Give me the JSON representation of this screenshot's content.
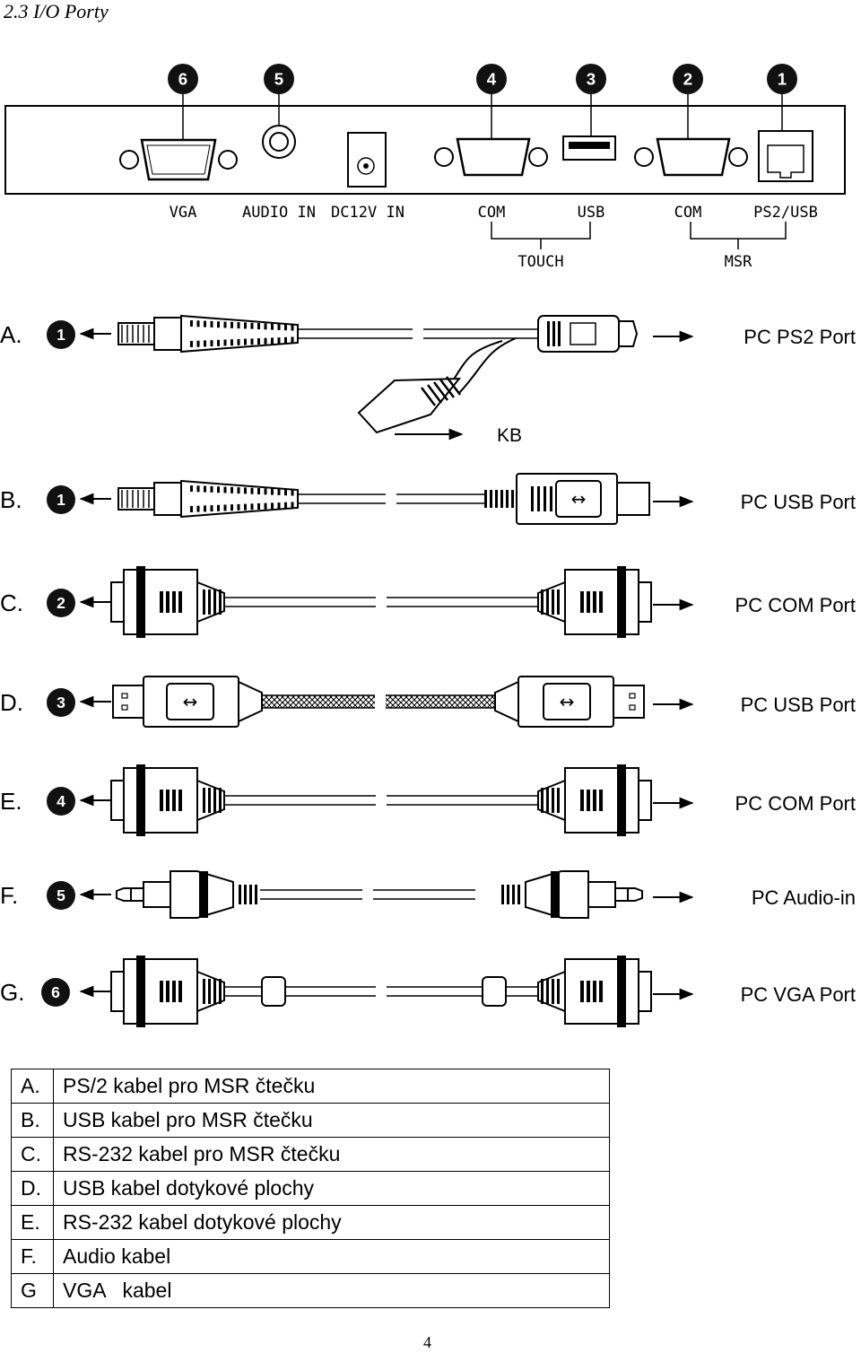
{
  "heading": "2.3 I/O Porty",
  "panel": {
    "ports": [
      {
        "num": "6",
        "label": "VGA"
      },
      {
        "num": "5",
        "label": "AUDIO IN"
      },
      {
        "num": "",
        "label": "DC12V IN"
      },
      {
        "num": "4",
        "label": "COM"
      },
      {
        "num": "3",
        "label": "USB"
      },
      {
        "num": "2",
        "label": "COM"
      },
      {
        "num": "1",
        "label": "PS2/USB"
      }
    ],
    "groups": {
      "touch": "TOUCH",
      "msr": "MSR"
    }
  },
  "cables": [
    {
      "letter": "A.",
      "num": "1",
      "dest": "PC PS2 Port",
      "extra": "KB"
    },
    {
      "letter": "B.",
      "num": "1",
      "dest": "PC USB Port"
    },
    {
      "letter": "C.",
      "num": "2",
      "dest": "PC COM Port"
    },
    {
      "letter": "D.",
      "num": "3",
      "dest": "PC USB Port"
    },
    {
      "letter": "E.",
      "num": "4",
      "dest": "PC COM Port"
    },
    {
      "letter": "F.",
      "num": "5",
      "dest": "PC Audio-in"
    },
    {
      "letter": "G.",
      "num": "6",
      "dest": "PC VGA Port"
    }
  ],
  "legend": [
    {
      "key": "A.",
      "text": "PS/2 kabel pro MSR čtečku"
    },
    {
      "key": "B.",
      "text": "USB kabel pro MSR čtečku"
    },
    {
      "key": "C.",
      "text": "RS-232 kabel pro MSR čtečku"
    },
    {
      "key": "D.",
      "text": "USB kabel dotykové plochy"
    },
    {
      "key": "E.",
      "text": "RS-232 kabel dotykové plochy"
    },
    {
      "key": "F.",
      "text": "Audio kabel"
    },
    {
      "key": "G",
      "text": "VGA   kabel"
    }
  ],
  "page_number": "4"
}
